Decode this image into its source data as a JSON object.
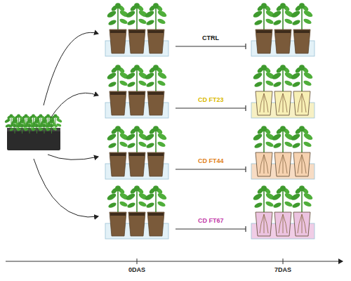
{
  "diagram": {
    "labels": [
      "CTRL",
      "CD FT23",
      "CD FT44",
      "CD FT67",
      "0DAS",
      "7DAS"
    ]
  }
}
